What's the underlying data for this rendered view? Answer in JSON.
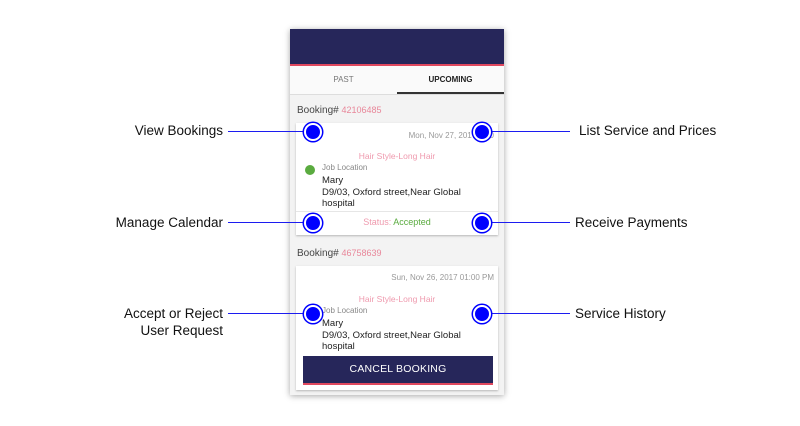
{
  "tabs": {
    "past": "PAST",
    "upcoming": "UPCOMING"
  },
  "bookings": [
    {
      "label": "Booking#",
      "number": "42106485",
      "date": "Mon, Nov 27, 2017 04:0",
      "service": "Hair Style-Long Hair",
      "job_location_label": "Job Location",
      "customer": "Mary",
      "address": "D9/03, Oxford street,Near Global hospital",
      "status_label": "Status:",
      "status_value": "Accepted"
    },
    {
      "label": "Booking#",
      "number": "46758639",
      "date": "Sun, Nov 26, 2017 01:00 PM",
      "service": "Hair Style-Long Hair",
      "job_location_label": "Job Location",
      "customer": "Mary",
      "address": "D9/03, Oxford street,Near Global hospital",
      "action": "CANCEL BOOKING"
    }
  ],
  "features": {
    "view_bookings": "View Bookings",
    "manage_calendar": "Manage Calendar",
    "accept_reject_1": "Accept or Reject",
    "accept_reject_2": "User Request",
    "list_services": "List Service and Prices",
    "receive_payments": "Receive Payments",
    "service_history": "Service History"
  },
  "colors": {
    "app_bar": "#26265a",
    "accent": "#e0485e",
    "marker": "#0000ff",
    "status_accepted": "#5aab3f",
    "booking_number": "#e8879a"
  }
}
